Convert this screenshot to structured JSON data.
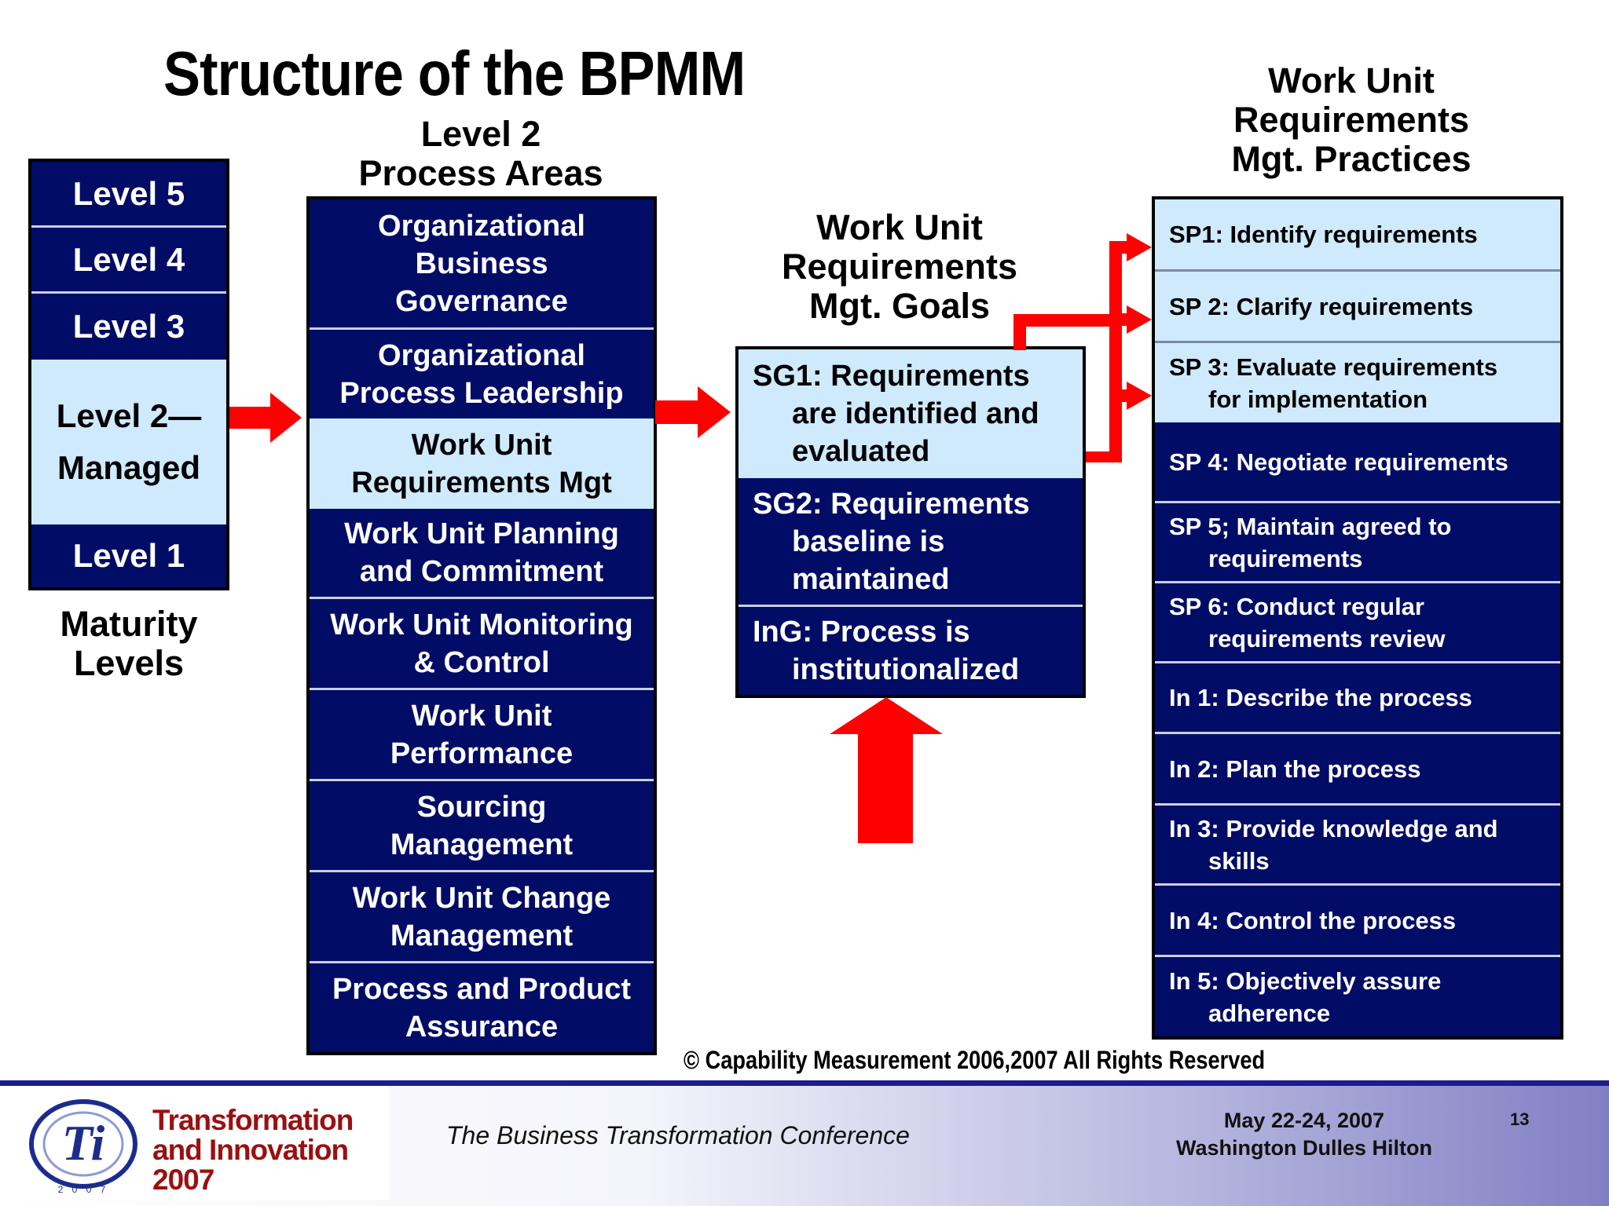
{
  "title": "Structure of the BPMM",
  "headings": {
    "process_areas": [
      "Level 2",
      "Process Areas"
    ],
    "goals": [
      "Work Unit",
      "Requirements",
      "Mgt. Goals"
    ],
    "practices": [
      "Work Unit",
      "Requirements",
      "Mgt. Practices"
    ],
    "maturity": [
      "Maturity",
      "Levels"
    ]
  },
  "levels": [
    "Level 5",
    "Level 4",
    "Level 3",
    "Level 2—",
    "Managed",
    "Level 1"
  ],
  "process_areas": [
    [
      "Organizational",
      "Business",
      "Governance"
    ],
    [
      "Organizational",
      "Process Leadership"
    ],
    [
      "Work Unit",
      "Requirements Mgt"
    ],
    [
      "Work Unit Planning",
      "and Commitment"
    ],
    [
      "Work Unit Monitoring",
      "& Control"
    ],
    [
      "Work Unit",
      "Performance"
    ],
    [
      "Sourcing",
      "Management"
    ],
    [
      "Work Unit Change",
      "Management"
    ],
    [
      "Process and Product",
      "Assurance"
    ]
  ],
  "goals": [
    [
      "SG1: Requirements",
      "are identified and",
      "evaluated"
    ],
    [
      "SG2: Requirements",
      "baseline is",
      "maintained"
    ],
    [
      "InG: Process is",
      "institutionalized"
    ]
  ],
  "practices": [
    [
      "SP1:  Identify requirements"
    ],
    [
      "SP 2:  Clarify requirements"
    ],
    [
      "SP 3:  Evaluate requirements",
      "for implementation"
    ],
    [
      "SP 4:  Negotiate requirements"
    ],
    [
      "SP 5; Maintain agreed to",
      "requirements"
    ],
    [
      "SP 6: Conduct regular",
      "requirements review"
    ],
    [
      "In 1: Describe the process"
    ],
    [
      "In 2: Plan the process"
    ],
    [
      "In 3: Provide knowledge and",
      "skills"
    ],
    [
      "In 4: Control the process"
    ],
    [
      "In 5: Objectively assure",
      "adherence"
    ]
  ],
  "copyright": "© Capability Measurement 2006,2007  All Rights Reserved",
  "footer": {
    "logo_lines": [
      "Transformation",
      "and Innovation",
      "2007"
    ],
    "logo_mark": "Ti",
    "logo_year_digits": "2 0 0 7",
    "conference": "The Business Transformation Conference",
    "date": "May 22-24, 2007",
    "venue": "Washington Dulles Hilton",
    "page": "13"
  },
  "colors": {
    "dark_blue": "#000c66",
    "light_blue": "#cfeafc",
    "arrow_red": "#ff0000",
    "footer_rule": "#1c1c8c"
  }
}
